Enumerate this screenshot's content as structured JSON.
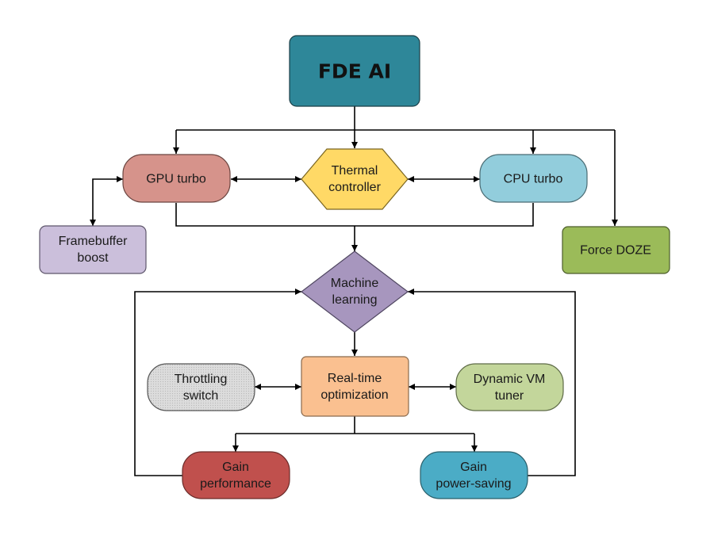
{
  "nodes": {
    "fde_ai": {
      "lines": [
        "FDE AI"
      ],
      "color": "#2E8799"
    },
    "gpu_turbo": {
      "lines": [
        "GPU turbo"
      ],
      "color": "#D6938B"
    },
    "thermal_controller": {
      "lines": [
        "Thermal",
        "controller"
      ],
      "color": "#FFD966"
    },
    "cpu_turbo": {
      "lines": [
        "CPU turbo"
      ],
      "color": "#92CDDC"
    },
    "framebuffer_boost": {
      "lines": [
        "Framebuffer",
        "boost"
      ],
      "color": "#CBBFDB"
    },
    "force_doze": {
      "lines": [
        "Force DOZE"
      ],
      "color": "#9BBB59"
    },
    "machine_learning": {
      "lines": [
        "Machine",
        "learning"
      ],
      "color": "#A796BE"
    },
    "realtime_optimization": {
      "lines": [
        "Real-time",
        "optimization"
      ],
      "color": "#FAC090"
    },
    "throttling_switch": {
      "lines": [
        "Throttling",
        "switch"
      ],
      "color": "#D9D9D9"
    },
    "dynamic_vm_tuner": {
      "lines": [
        "Dynamic VM",
        "tuner"
      ],
      "color": "#C3D69B"
    },
    "gain_performance": {
      "lines": [
        "Gain",
        "performance"
      ],
      "color": "#C0504D"
    },
    "gain_power_saving": {
      "lines": [
        "Gain",
        "power-saving"
      ],
      "color": "#4BACC6"
    }
  }
}
